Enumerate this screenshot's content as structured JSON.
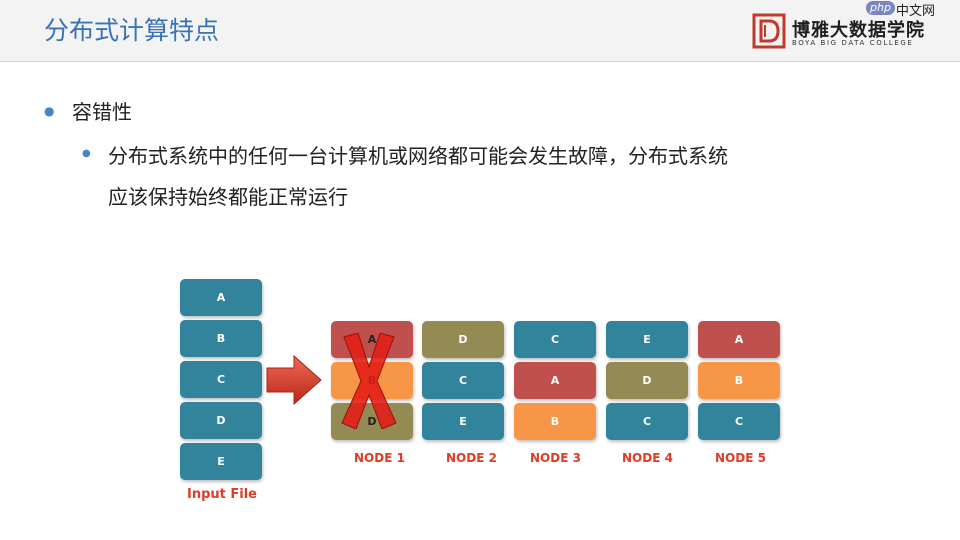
{
  "slide": {
    "title": "分布式计算特点",
    "bullet1": "容错性",
    "bullet2_line1": "分布式系统中的任何一台计算机或网络都可能会发生故障，分布式系统",
    "bullet2_line2": "应该保持始终都能正常运行"
  },
  "logo": {
    "cn": "博雅大数据学院",
    "en": "BOYA BIG DATA COLLEGE",
    "watermark_php": "php",
    "watermark_cn": "中文网"
  },
  "diagram": {
    "input_label": "Input File",
    "input_blocks": [
      "A",
      "B",
      "C",
      "D",
      "E"
    ],
    "nodes": [
      {
        "label": "NODE 1",
        "blocks": [
          {
            "text": "A",
            "color": "red"
          },
          {
            "text": "B",
            "color": "orange"
          },
          {
            "text": "D",
            "color": "olive"
          }
        ]
      },
      {
        "label": "NODE 2",
        "blocks": [
          {
            "text": "D",
            "color": "olive"
          },
          {
            "text": "C",
            "color": "teal"
          },
          {
            "text": "E",
            "color": "teal"
          }
        ]
      },
      {
        "label": "NODE 3",
        "blocks": [
          {
            "text": "C",
            "color": "teal"
          },
          {
            "text": "A",
            "color": "red"
          },
          {
            "text": "B",
            "color": "orange"
          }
        ]
      },
      {
        "label": "NODE 4",
        "blocks": [
          {
            "text": "E",
            "color": "teal"
          },
          {
            "text": "D",
            "color": "olive"
          },
          {
            "text": "C",
            "color": "teal"
          }
        ]
      },
      {
        "label": "NODE 5",
        "blocks": [
          {
            "text": "A",
            "color": "red"
          },
          {
            "text": "B",
            "color": "orange"
          },
          {
            "text": "C",
            "color": "teal"
          }
        ]
      }
    ],
    "colors": {
      "teal": "#31849b",
      "red": "#c0504d",
      "olive": "#948a54",
      "orange": "#f79646",
      "label": "#e03b24",
      "title": "#3973b7"
    },
    "failed_node": "NODE 1"
  }
}
